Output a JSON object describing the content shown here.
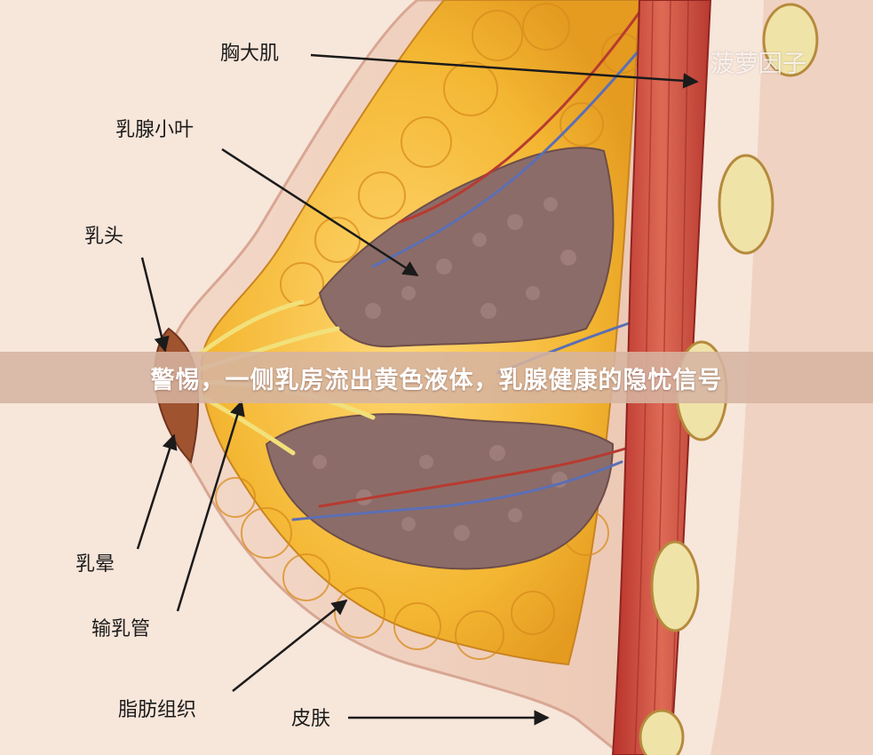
{
  "labels": {
    "pectoralis": "胸大肌",
    "lobule": "乳腺小叶",
    "nipple": "乳头",
    "areola": "乳晕",
    "duct": "输乳管",
    "fat": "脂肪组织",
    "skin": "皮肤"
  },
  "banner": {
    "title": "警惕，一侧乳房流出黄色液体，乳腺健康的隐忧信号"
  },
  "watermark": {
    "text": "菠萝因子"
  },
  "colors": {
    "background": "#f7e6da",
    "fat": "#f2b233",
    "gland": "#8d6e6a",
    "muscle": "#c8473a",
    "banner": "#d6b4a0"
  }
}
